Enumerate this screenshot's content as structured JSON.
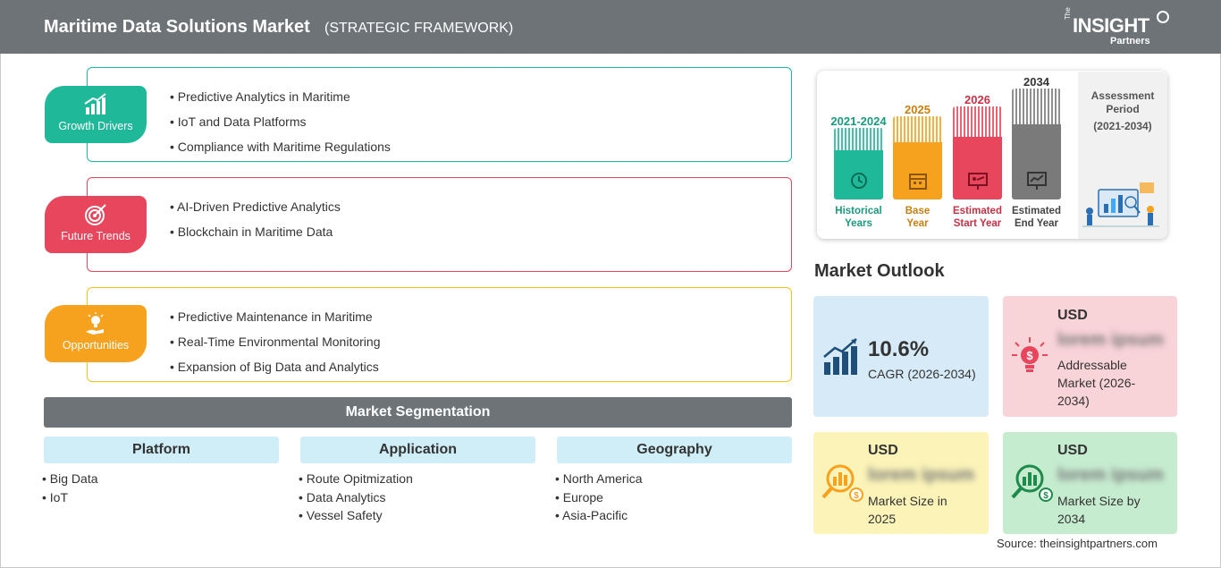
{
  "header": {
    "title": "Maritime Data Solutions Market",
    "subtitle": "(STRATEGIC FRAMEWORK)",
    "logo": {
      "the": "The",
      "insight": "INSIGHT",
      "partners": "Partners"
    }
  },
  "framework": [
    {
      "label": "Growth Drivers",
      "icon": "bar-chart-growth-icon",
      "color": "#1fb99a",
      "items": [
        "Predictive Analytics in Maritime",
        "IoT and Data Platforms",
        "Compliance with Maritime Regulations"
      ]
    },
    {
      "label": "Future Trends",
      "icon": "target-icon",
      "color": "#e8465c",
      "items": [
        "AI-Driven Predictive Analytics",
        "Blockchain in Maritime Data"
      ]
    },
    {
      "label": "Opportunities",
      "icon": "lightbulb-hand-icon",
      "color": "#f6a21e",
      "items": [
        "Predictive Maintenance in Maritime",
        "Real-Time Environmental Monitoring",
        "Expansion of Big Data and Analytics"
      ]
    }
  ],
  "segmentation": {
    "title": "Market Segmentation",
    "columns": [
      {
        "head": "Platform",
        "items": [
          "Big Data",
          "IoT"
        ]
      },
      {
        "head": "Application",
        "items": [
          "Route Opitmization",
          "Data Analytics",
          "Vessel Safety"
        ]
      },
      {
        "head": "Geography",
        "items": [
          "North America",
          "Europe",
          "Asia-Pacific"
        ]
      }
    ]
  },
  "timeline": {
    "periods": [
      {
        "year": "2021-2024",
        "caption1": "Historical",
        "caption2": "Years",
        "color": "#1fb99a",
        "icon": "history-icon"
      },
      {
        "year": "2025",
        "caption1": "Base",
        "caption2": "Year",
        "color": "#f6a21e",
        "icon": "calendar-icon"
      },
      {
        "year": "2026",
        "caption1": "Estimated",
        "caption2": "Start Year",
        "color": "#e8465c",
        "icon": "presentation-icon"
      },
      {
        "year": "2034",
        "caption1": "Estimated",
        "caption2": "End Year",
        "color": "#7a7a7a",
        "icon": "monitor-chart-icon"
      }
    ],
    "assessment": {
      "line1": "Assessment",
      "line2": "Period",
      "line3": "(2021-2034)"
    }
  },
  "outlook": {
    "title": "Market Outlook",
    "cagr": {
      "value": "10.6%",
      "label": "CAGR (2026-2034)",
      "bg": "#d6ebf7",
      "icon": "growth-chart-icon"
    },
    "addressable": {
      "usd": "USD",
      "value": "lorem ipsum",
      "label1": "Addressable",
      "label2": "Market (2026-",
      "label3": "2034)",
      "bg": "#f8d3d8",
      "icon": "idea-dollar-icon"
    },
    "size2025": {
      "usd": "USD",
      "value": "lorem ipsum",
      "label1": "Market Size in",
      "label2": "2025",
      "bg": "#fbf3b8",
      "icon": "magnifier-dollar-icon"
    },
    "size2034": {
      "usd": "USD",
      "value": "lorem ipsum",
      "label1": "Market Size by",
      "label2": "2034",
      "bg": "#c6ecd0",
      "icon": "magnifier-chart-icon"
    }
  },
  "source": "Source: theinsightpartners.com"
}
